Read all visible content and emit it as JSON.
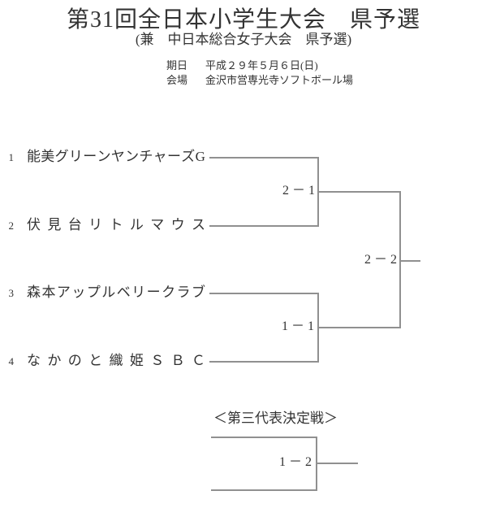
{
  "header": {
    "title": "第31回全日本小学生大会　県予選",
    "subtitle": "(兼　中日本総合女子大会　県予選)"
  },
  "info": {
    "date_label": "期日",
    "date_value": "平成２９年５月６日(日)",
    "venue_label": "会場",
    "venue_value": "金沢市営専光寺ソフトボール場"
  },
  "bracket": {
    "teams": [
      {
        "seed": "1",
        "name": "能美グリーンヤンチャーズG"
      },
      {
        "seed": "2",
        "name": "伏見台リトルマウス"
      },
      {
        "seed": "3",
        "name": "森本アップルベリークラブ"
      },
      {
        "seed": "4",
        "name": "なかのと織姫ＳＢＣ"
      }
    ],
    "scores": {
      "semifinal1": "2－1",
      "semifinal2": "1－1",
      "final": "2－2"
    }
  },
  "third_place": {
    "heading": "＜第三代表決定戦＞",
    "score": "1－2"
  },
  "colors": {
    "text": "#333333",
    "line": "#909090",
    "background": "#ffffff"
  }
}
